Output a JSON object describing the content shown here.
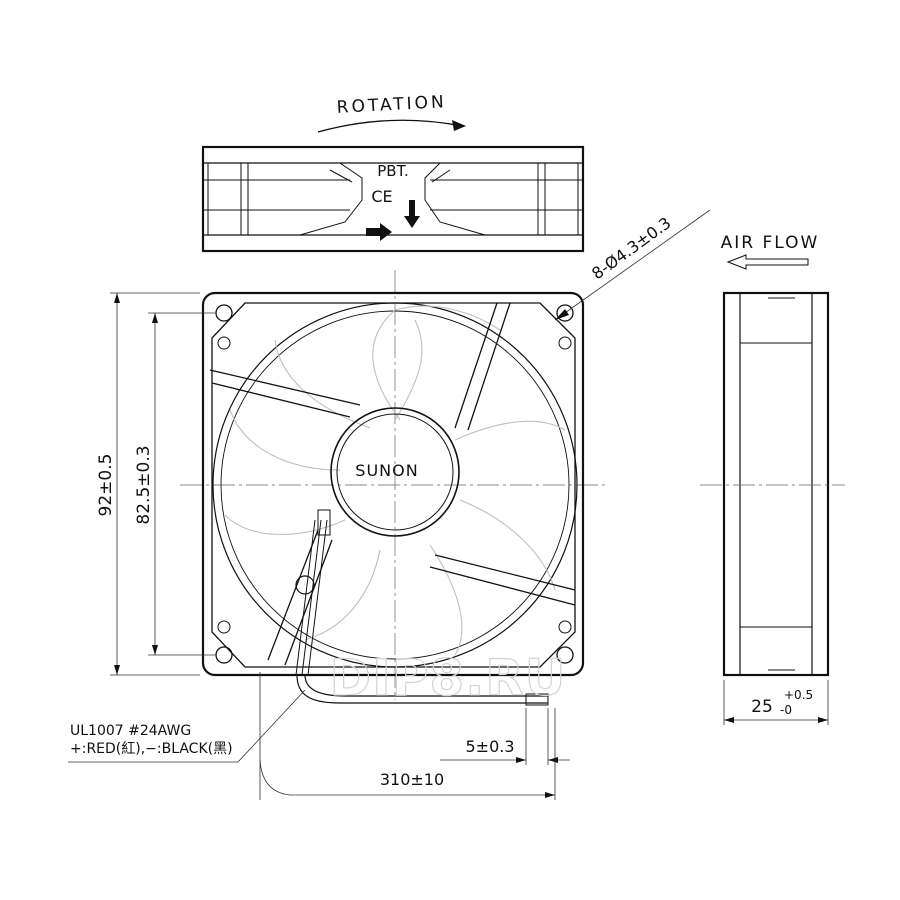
{
  "labels": {
    "rotation": "ROTATION",
    "material": "PBT.",
    "ce_mark": "CE",
    "air_flow": "AIR FLOW",
    "brand": "SUNON",
    "hole_spec": "8-Ø4.3±0.3",
    "height_overall": "92±0.5",
    "hole_spacing": "82.5±0.3",
    "depth_main": "25",
    "depth_upper_tol": "+0.5",
    "depth_lower_tol": "-0",
    "wire_type": "UL1007  #24AWG",
    "wire_colors": "+:RED(紅),−:BLACK(黑)",
    "strip_length": "5±0.3",
    "lead_length": "310±10",
    "watermark": "DIP8.RU"
  }
}
